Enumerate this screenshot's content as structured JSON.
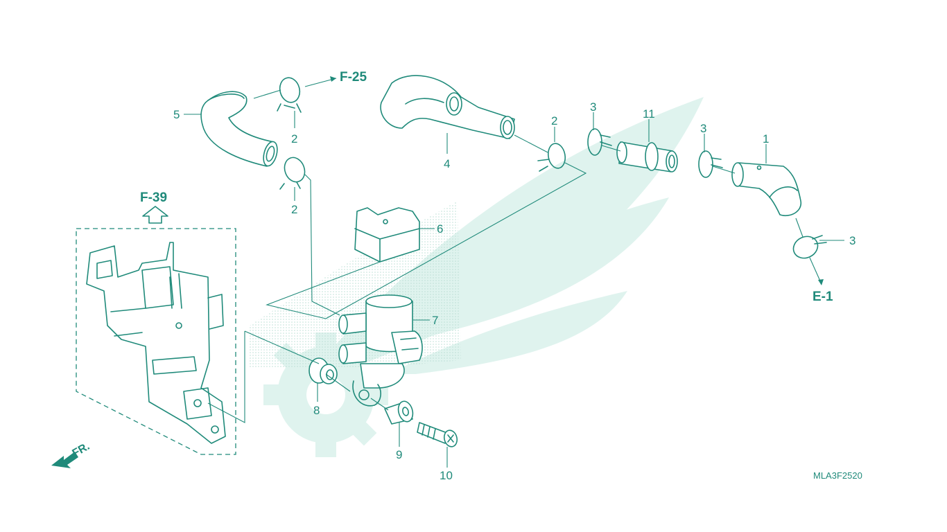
{
  "callouts": {
    "n1": "1",
    "n2a": "2",
    "n2b": "2",
    "n2c": "2",
    "n3a": "3",
    "n3b": "3",
    "n3c": "3",
    "n4": "4",
    "n5": "5",
    "n6": "6",
    "n7": "7",
    "n8": "8",
    "n9": "9",
    "n10": "10",
    "n11": "11"
  },
  "references": {
    "f25": "F-25",
    "f39": "F-39",
    "e1": "E-1"
  },
  "direction_label": "FR.",
  "diagram_code": "MLA3F2520",
  "colors": {
    "line": "#1f8a7a",
    "watermark": "#dff3ee",
    "dots": "#b9ddd3"
  }
}
